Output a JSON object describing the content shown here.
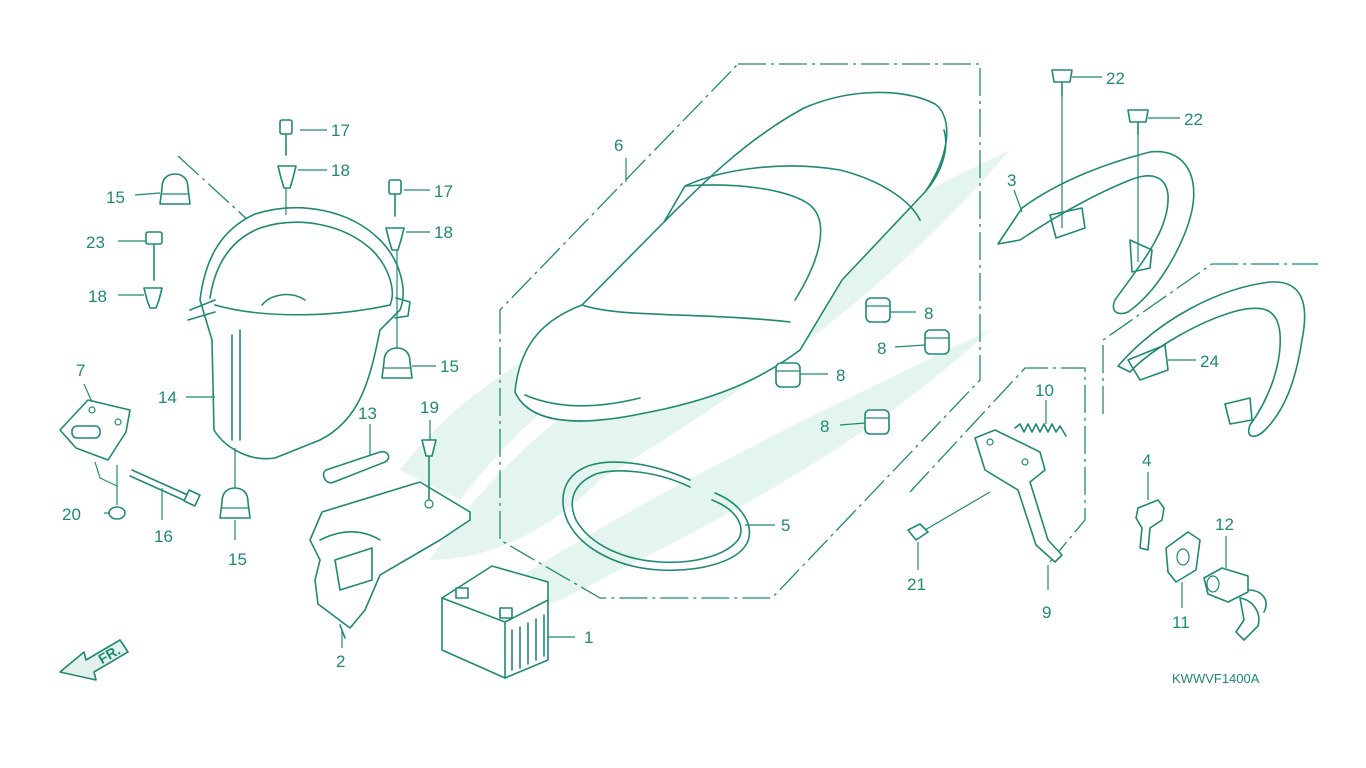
{
  "colors": {
    "line": "#1f8a72",
    "watermark": "#d9efe7",
    "background": "#ffffff"
  },
  "diagram_code": "KWWVF1400A",
  "front_arrow_label": "FR.",
  "callouts": {
    "c1": "1",
    "c2": "2",
    "c3": "3",
    "c4": "4",
    "c5": "5",
    "c6": "6",
    "c7": "7",
    "c8a": "8",
    "c8b": "8",
    "c8c": "8",
    "c8d": "8",
    "c9": "9",
    "c10": "10",
    "c11": "11",
    "c12": "12",
    "c13": "13",
    "c14": "14",
    "c15a": "15",
    "c15b": "15",
    "c15c": "15",
    "c16": "16",
    "c17a": "17",
    "c17b": "17",
    "c18a": "18",
    "c18b": "18",
    "c18c": "18",
    "c19": "19",
    "c20": "20",
    "c21": "21",
    "c22a": "22",
    "c22b": "22",
    "c23": "23",
    "c24": "24"
  }
}
